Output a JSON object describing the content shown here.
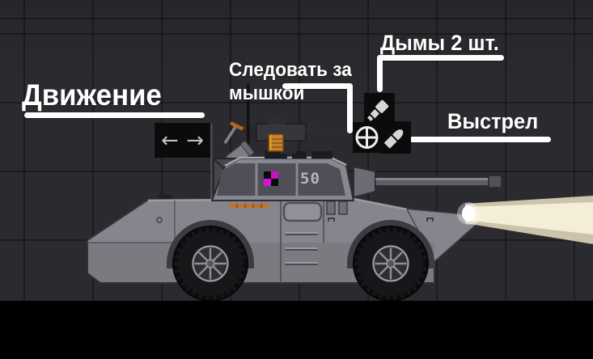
{
  "scene": {
    "background_color": "#2b2b2f",
    "ground_color": "#000000",
    "annotation_color": "#ffffff",
    "headlight_beam_color": "#f2e9cf"
  },
  "annotations": {
    "movement": {
      "label": "Движение"
    },
    "follow_mouse": {
      "line1": "Следовать за",
      "line2": "мышкой"
    },
    "smokes": {
      "label": "Дымы 2 шт."
    },
    "shot": {
      "label": "Выстрел"
    }
  },
  "controls": {
    "move": {
      "left_glyph": "←",
      "right_glyph": "→"
    }
  },
  "vehicle": {
    "turret_number": "50",
    "checker_magenta": "#c414c4",
    "ammo_orange": "#c8812c"
  }
}
